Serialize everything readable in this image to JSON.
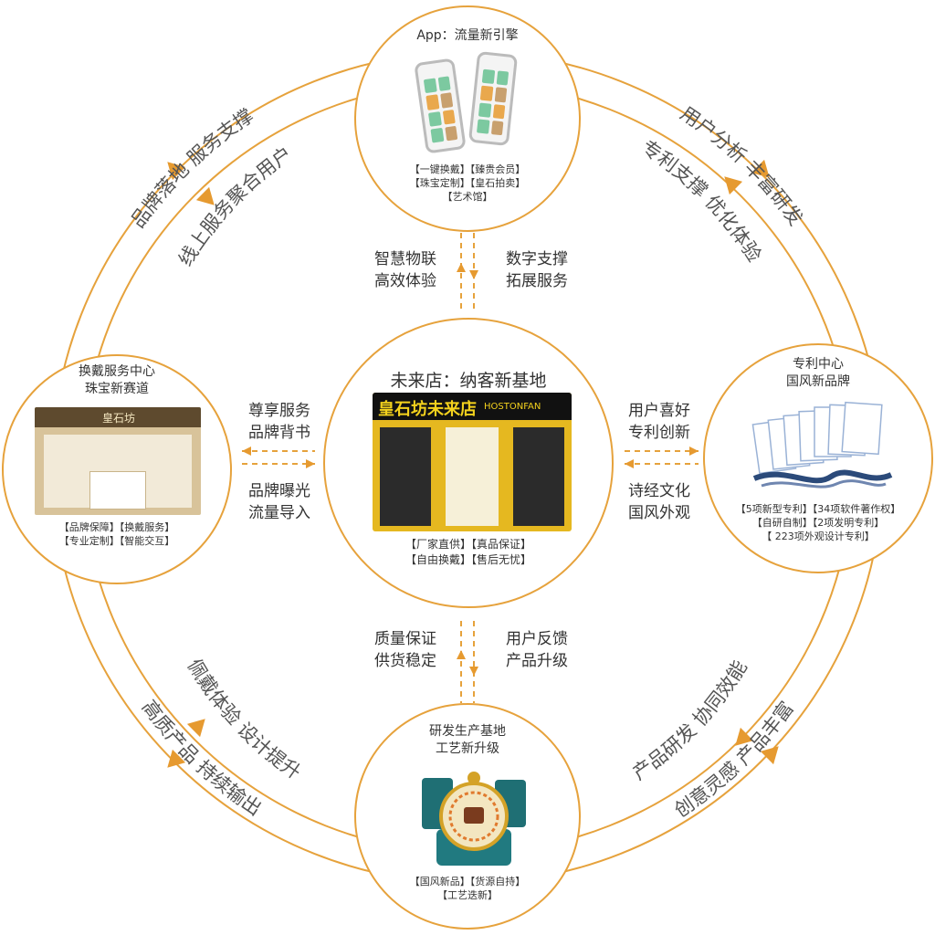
{
  "center": {
    "title": "未来店：纳客新基地",
    "tags": [
      "【厂家直供】【真品保证】",
      "【自由换戴】【售后无忧】"
    ],
    "shop_sign": "皇石坊未来店",
    "shop_sign_en": "HOSTONFAN"
  },
  "top": {
    "title": "App：流量新引擎",
    "tags": [
      "【一键换戴】【臻贵会员】",
      "【珠宝定制】【皇石拍卖】",
      "【艺术馆】"
    ]
  },
  "left": {
    "title": [
      "换戴服务中心",
      "珠宝新赛道"
    ],
    "tags": [
      "【品牌保障】【换戴服务】",
      "【专业定制】【智能交互】"
    ],
    "store_sign": "皇石坊"
  },
  "right": {
    "title": [
      "专利中心",
      "国风新品牌"
    ],
    "tags": [
      "【5项新型专利】【34项软件著作权】",
      "【自研自制】【2项发明专利】",
      "【 223项外观设计专利】"
    ]
  },
  "bottom": {
    "title": [
      "研发生产基地",
      "工艺新升级"
    ],
    "tags": [
      "【国风新品】【货源自持】",
      "【工艺迭新】"
    ]
  },
  "flows": {
    "top_left": [
      "智慧物联",
      "高效体验"
    ],
    "top_right": [
      "数字支撑",
      "拓展服务"
    ],
    "left_top": [
      "尊享服务",
      "品牌背书"
    ],
    "left_bottom": [
      "品牌曝光",
      "流量导入"
    ],
    "right_top": [
      "用户喜好",
      "专利创新"
    ],
    "right_bottom": [
      "诗经文化",
      "国风外观"
    ],
    "bottom_left": [
      "质量保证",
      "供货稳定"
    ],
    "bottom_right": [
      "用户反馈",
      "产品升级"
    ]
  },
  "arcs": {
    "tl_outer": "品牌落地 服务支撑",
    "tl_inner": "线上服务聚合用户",
    "tr_outer": "用户分析 丰富研发",
    "tr_inner": "专利支撑 优化体验",
    "bl_outer": "高质产品 持续输出",
    "bl_inner": "佩戴体验 设计提升",
    "br_outer": "创意灵感 产品丰富",
    "br_inner": "产品研发 协同效能"
  },
  "colors": {
    "ring": "#e6a23c",
    "arrow": "#e69a30",
    "text": "#333333"
  }
}
